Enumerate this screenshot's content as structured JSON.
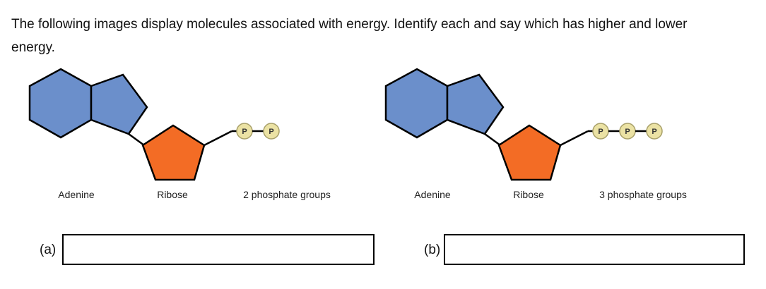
{
  "question": {
    "text": "The following images display molecules associated with energy. Identify each and say which has higher and lower energy."
  },
  "colors": {
    "adenine": "#6b8fcb",
    "ribose": "#f36c25",
    "phosphate": "#ebe2a4",
    "phosphate_border": "#a8a069",
    "outline": "#000000"
  },
  "diagrams": [
    {
      "labels": {
        "adenine": "Adenine",
        "ribose": "Ribose",
        "phosphate": "2 phosphate groups"
      },
      "phosphates": [
        "P",
        "P"
      ]
    },
    {
      "labels": {
        "adenine": "Adenine",
        "ribose": "Ribose",
        "phosphate": "3 phosphate groups"
      },
      "phosphates": [
        "P",
        "P",
        "P"
      ]
    }
  ],
  "answers": [
    {
      "label": "(a)",
      "value": ""
    },
    {
      "label": "(b)",
      "value": ""
    }
  ]
}
